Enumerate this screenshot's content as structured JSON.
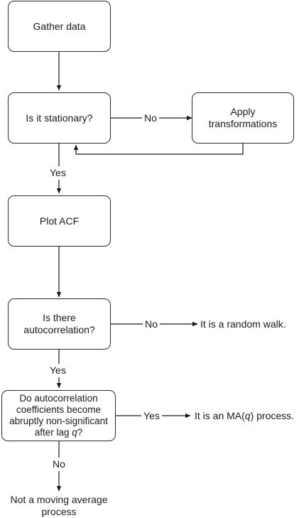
{
  "nodes": {
    "gather": {
      "text": "Gather data"
    },
    "stationary": {
      "text": "Is it stationary?"
    },
    "transform": {
      "line1": "Apply",
      "line2": "transformations"
    },
    "plot_acf": {
      "text": "Plot ACF"
    },
    "autocorr": {
      "line1": "Is there",
      "line2": "autocorrelation?"
    },
    "ma_check": {
      "line1": "Do autocorrelation",
      "line2": "coefficients become",
      "line3": "abruptly non-significant",
      "line4_prefix": "after lag ",
      "line4_var": "q",
      "line4_suffix": "?"
    }
  },
  "edges": {
    "stationary_no": "No",
    "stationary_yes": "Yes",
    "autocorr_no": "No",
    "autocorr_yes": "Yes",
    "ma_yes": "Yes",
    "ma_no": "No"
  },
  "outcomes": {
    "random_walk": "It is a random walk.",
    "ma_process_prefix": "It is an MA(",
    "ma_process_var": "q",
    "ma_process_suffix": ") process.",
    "not_ma_line1": "Not a moving average",
    "not_ma_line2": "process"
  }
}
